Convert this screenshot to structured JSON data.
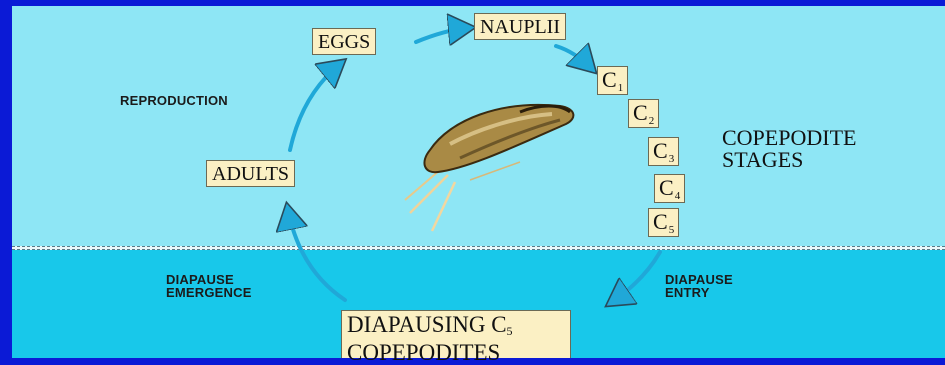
{
  "stages": {
    "eggs": "EGGS",
    "nauplii": "NAUPLII",
    "adults": "ADULTS",
    "c1": {
      "letter": "C",
      "num": "1"
    },
    "c2": {
      "letter": "C",
      "num": "2"
    },
    "c3": {
      "letter": "C",
      "num": "3"
    },
    "c4": {
      "letter": "C",
      "num": "4"
    },
    "c5": {
      "letter": "C",
      "num": "5"
    },
    "diapausing": {
      "line1": "DIAPAUSING C",
      "num": "5",
      "line2": "COPEPODITES"
    }
  },
  "labels": {
    "copepodite_line1": "COPEPODITE",
    "copepodite_line2": "STAGES",
    "reproduction": "REPRODUCTION",
    "diapause_emergence_1": "DIAPAUSE",
    "diapause_emergence_2": "EMERGENCE",
    "diapause_entry_1": "DIAPAUSE",
    "diapause_entry_2": "ENTRY"
  },
  "colors": {
    "background": "#0b1ad6",
    "surface_water": "#8ee6f5",
    "deep_water": "#18c8ea",
    "box_fill": "#fbf0c4",
    "arrow": "#20a8d8"
  },
  "icons": [
    "copepod-illustration",
    "arrow-icon"
  ]
}
